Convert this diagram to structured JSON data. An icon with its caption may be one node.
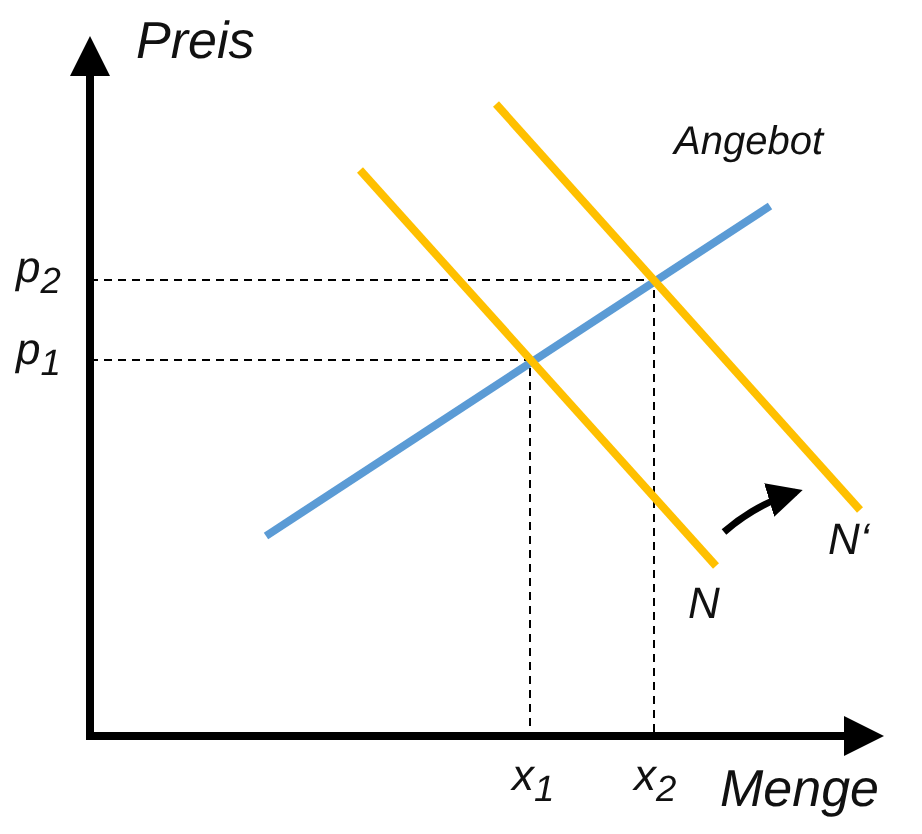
{
  "diagram": {
    "labels": [
      "Preis",
      "Angebot",
      "p$_{2}$",
      "p$_{1}$",
      "N‘",
      "N",
      "x$_{1}$",
      "x$_{2}$",
      "Menge"
    ]
  }
}
